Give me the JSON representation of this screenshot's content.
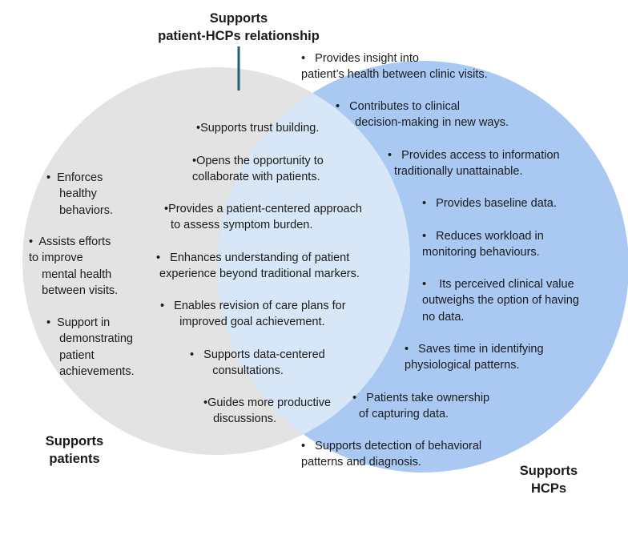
{
  "headings": {
    "top": "Supports\npatient-HCPs relationship",
    "left": "Supports\npatients",
    "right": "Supports\nHCPs"
  },
  "colors": {
    "left_circle": "#e3e3e3",
    "right_circle": "#a9c9f3",
    "overlap": "#d8e7f8",
    "connector": "#1f5f7a"
  },
  "patients": [
    "•  Enforces\n    healthy\n    behaviors.",
    "•  Assists efforts\nto improve\n    mental health\n    between visits.",
    "•  Support in\n    demonstrating\n    patient\n    achievements."
  ],
  "shared": [
    "•Supports trust building.",
    "•Opens the opportunity to\ncollaborate with patients.",
    "•Provides a patient-centered approach\n  to assess symptom burden.",
    "•   Enhances understanding of patient\n experience beyond traditional markers.",
    "•   Enables revision of care plans for\n      improved goal achievement.",
    "•   Supports data-centered\n       consultations.",
    "•Guides more productive\n   discussions."
  ],
  "hcps": [
    "•   Provides insight into\npatient’s health between clinic visits.",
    "•   Contributes to clinical\n      decision-making in new ways.",
    "•   Provides access to information\n  traditionally unattainable.",
    "•   Provides baseline data.",
    "•   Reduces workload in\nmonitoring behaviours.",
    "•    Its perceived clinical value\noutweighs the option of having\nno data.",
    "•   Saves time in identifying\nphysiological patterns.",
    "•   Patients take ownership\n  of capturing data.",
    "•   Supports detection of behavioral\npatterns and diagnosis."
  ]
}
